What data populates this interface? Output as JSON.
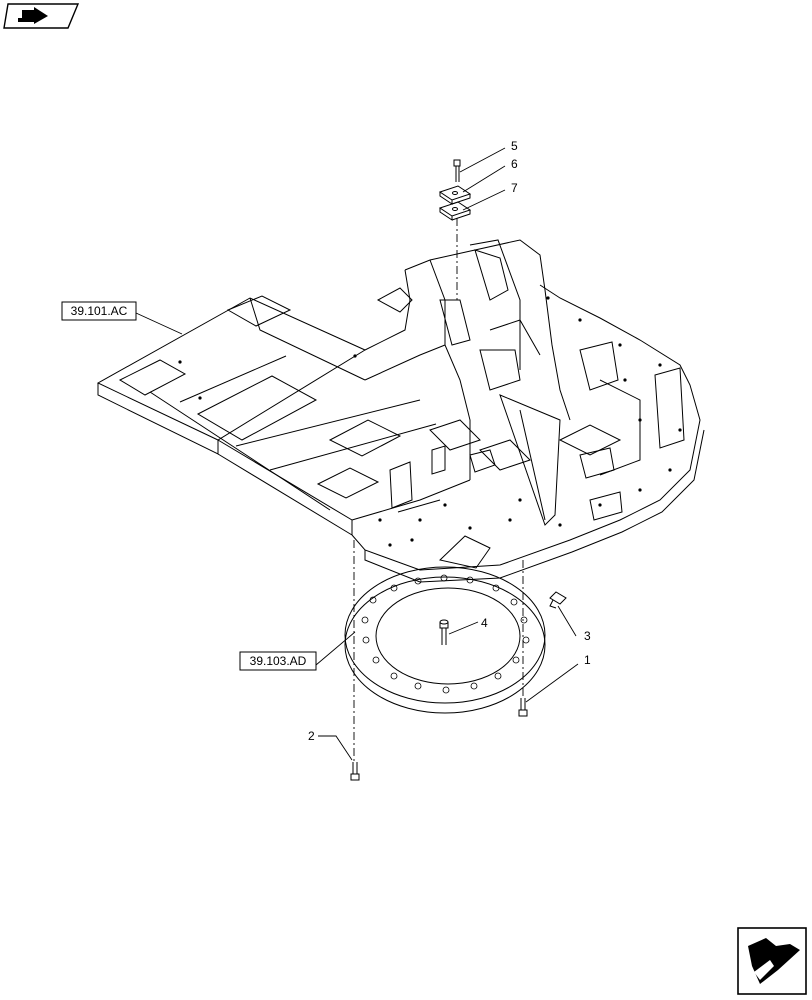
{
  "diagram": {
    "callouts": [
      {
        "label": "5"
      },
      {
        "label": "6"
      },
      {
        "label": "7"
      },
      {
        "label": "3"
      },
      {
        "label": "4"
      },
      {
        "label": "1"
      },
      {
        "label": "2"
      }
    ],
    "references": [
      {
        "label": "39.101.AC"
      },
      {
        "label": "39.103.AD"
      }
    ]
  },
  "icons": {
    "top_left": "previous-page-icon",
    "bottom_right": "next-page-icon"
  }
}
